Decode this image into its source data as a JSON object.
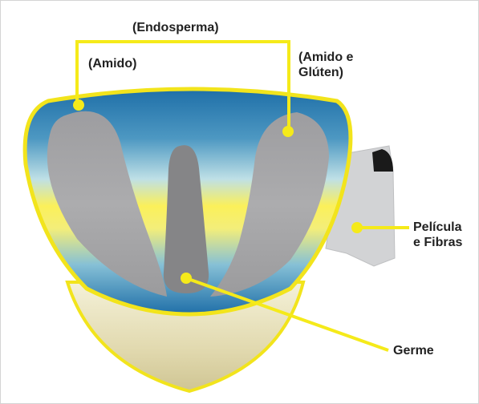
{
  "labels": {
    "endosperm": "(Endosperma)",
    "starch": "(Amido)",
    "starch_gluten_line1": "(Amido e",
    "starch_gluten_line2": "Glúten)",
    "film_fibers_line1": "Película",
    "film_fibers_line2": "e Fibras",
    "germ": "Germe"
  },
  "colors": {
    "callout_yellow": "#f5ea1a",
    "outline_yellow": "#f2e41c",
    "endosperm_blue": "#1f6fa8",
    "endosperm_gray": "#a4a4a6",
    "germ_gray": "#858587",
    "bran_cream": "#e2dab0",
    "film_gray": "#d2d3d5",
    "tip_black": "#1a1a1a",
    "text": "#222222"
  }
}
